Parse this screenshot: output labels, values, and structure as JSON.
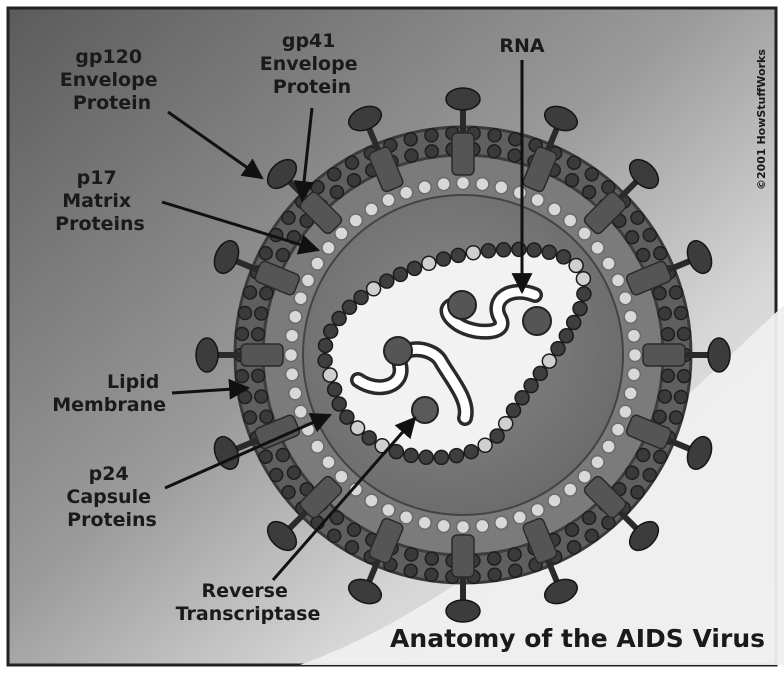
{
  "diagram": {
    "title": "Anatomy of the AIDS Virus",
    "copyright": "©2001 HowStuffWorks",
    "labels": {
      "gp120": [
        "gp120",
        "Envelope",
        "Protein"
      ],
      "gp41": [
        "gp41",
        "Envelope",
        "Protein"
      ],
      "rna": [
        "RNA"
      ],
      "p17": [
        "p17",
        "Matrix",
        "Proteins"
      ],
      "lipid": [
        "Lipid",
        "Membrane"
      ],
      "p24": [
        "p24",
        "Capsule",
        "Proteins"
      ],
      "rt": [
        "Reverse",
        "Transcriptase"
      ]
    }
  }
}
